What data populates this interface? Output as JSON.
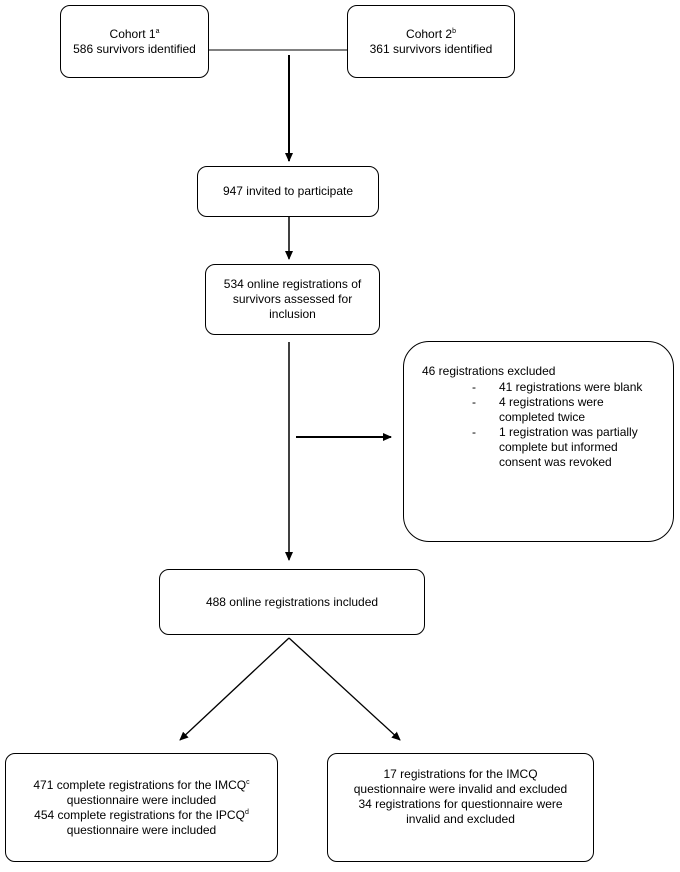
{
  "cohort1": {
    "label": "Cohort 1",
    "sup": "a",
    "count": "586 survivors identified"
  },
  "cohort2": {
    "label": "Cohort 2",
    "sup": "b",
    "count": "361 survivors identified"
  },
  "invited": "947 invited to participate",
  "assessed": [
    "534 online registrations of",
    "survivors assessed for",
    "inclusion"
  ],
  "excluded": {
    "title": "46 registrations excluded",
    "items": [
      [
        "41 registrations were blank"
      ],
      [
        "4 registrations were",
        "completed twice"
      ],
      [
        "1 registration was partially",
        "complete but informed",
        "consent was revoked"
      ]
    ]
  },
  "included": "488 online registrations included",
  "left_result": {
    "line1": "471 complete registrations for the IMCQ",
    "sup1": "c",
    "line2": "questionnaire were included",
    "line3": "454 complete registrations for the IPCQ",
    "sup3": "d",
    "line4": "questionnaire were included"
  },
  "right_result": [
    "17 registrations for the IMCQ",
    "questionnaire were invalid and excluded",
    "34 registrations for questionnaire were",
    "invalid and excluded"
  ]
}
